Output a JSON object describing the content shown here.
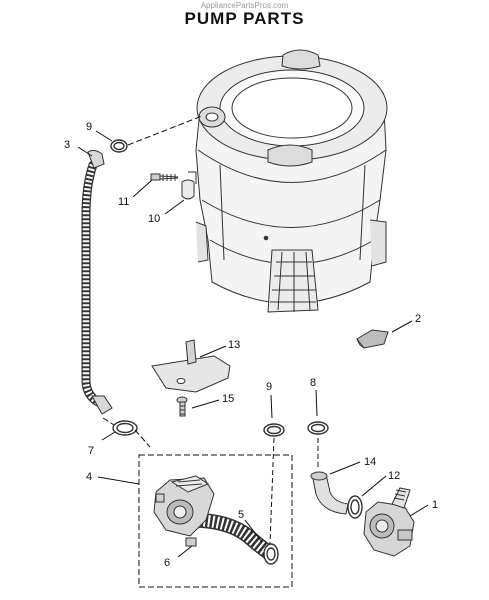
{
  "watermark": "AppliancePartsPros.com",
  "title": "PUMP PARTS",
  "callouts": {
    "c1": "1",
    "c2": "2",
    "c3": "3",
    "c4": "4",
    "c5": "5",
    "c6": "6",
    "c7": "7",
    "c8": "8",
    "c9_top": "9",
    "c9_mid": "9",
    "c10": "10",
    "c11": "11",
    "c12": "12",
    "c13": "13",
    "c14": "14",
    "c15": "15"
  }
}
